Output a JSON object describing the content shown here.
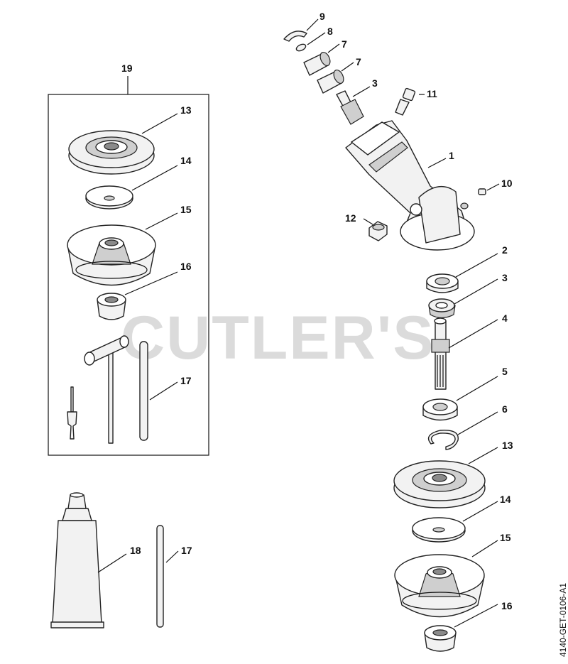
{
  "watermark": "CUTLER'S",
  "document_id": "4140-GET-0106-A1",
  "callouts": {
    "p1": "1",
    "p2": "2",
    "p3a": "3",
    "p3b": "3",
    "p4": "4",
    "p5": "5",
    "p6": "6",
    "p7a": "7",
    "p7b": "7",
    "p8": "8",
    "p9": "9",
    "p10": "10",
    "p11": "11",
    "p12": "12",
    "p13a": "13",
    "p13b": "13",
    "p14a": "14",
    "p14b": "14",
    "p15a": "15",
    "p15b": "15",
    "p16a": "16",
    "p16b": "16",
    "p17a": "17",
    "p17b": "17",
    "p18": "18",
    "p19": "19"
  }
}
